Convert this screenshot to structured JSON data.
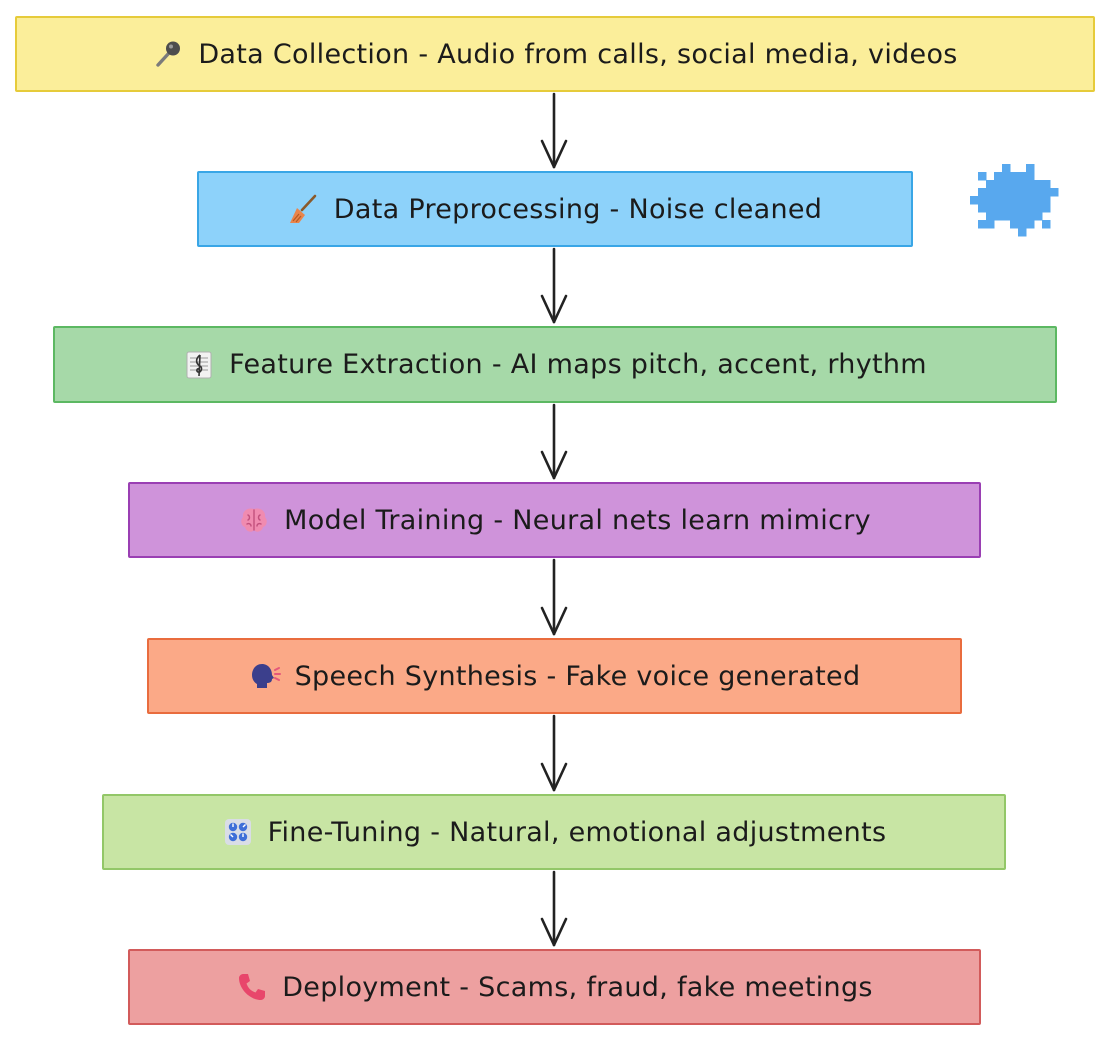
{
  "diagram": {
    "steps": [
      {
        "icon": "microphone-icon",
        "text": "Data Collection - Audio from calls, social media, videos",
        "fill": "#fbee9a",
        "stroke": "#e6cb3a"
      },
      {
        "icon": "broom-icon",
        "text": "Data Preprocessing - Noise cleaned",
        "fill": "#8dd2fa",
        "stroke": "#39a6e6"
      },
      {
        "icon": "sheet-music-icon",
        "text": "Feature Extraction - AI maps pitch, accent, rhythm",
        "fill": "#a6d9a8",
        "stroke": "#5cb862"
      },
      {
        "icon": "brain-icon",
        "text": "Model Training - Neural nets learn mimicry",
        "fill": "#cf93da",
        "stroke": "#9a3fb3"
      },
      {
        "icon": "speaking-head-icon",
        "text": "Speech Synthesis - Fake voice generated",
        "fill": "#fba987",
        "stroke": "#e96c3e"
      },
      {
        "icon": "control-knobs-icon",
        "text": "Fine-Tuning - Natural, emotional adjustments",
        "fill": "#c8e5a4",
        "stroke": "#93c768"
      },
      {
        "icon": "telephone-receiver-icon",
        "text": "Deployment - Scams, fraud, fake meetings",
        "fill": "#eda0a0",
        "stroke": "#d25b5b"
      }
    ],
    "logo": {
      "icon": "pixel-blob-logo",
      "color": "#58a8ee"
    },
    "arrow_color": "#222222"
  }
}
